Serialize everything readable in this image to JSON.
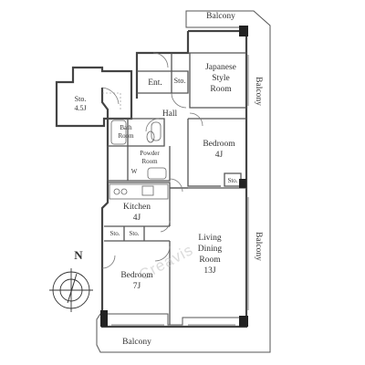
{
  "rooms": {
    "balcony_top": "Balcony",
    "japanese": [
      "Japanese",
      "Style",
      "Room"
    ],
    "balcony_right_upper": "Balcony",
    "storage_left": [
      "Sto.",
      "4.5J"
    ],
    "entrance": "Ent.",
    "storage_entrance": "Sto.",
    "hall": "Hall",
    "bath": [
      "Bath",
      "Room"
    ],
    "powder": [
      "Powder",
      "Room"
    ],
    "washer": "W",
    "bedroom_upper": [
      "Bedroom",
      "4J"
    ],
    "storage_bedroom": "Sto.",
    "kitchen": [
      "Kitchen",
      "4J"
    ],
    "storage_1": "Sto.",
    "storage_2": "Sto.",
    "living": [
      "Living",
      "Dining",
      "Room",
      "13J"
    ],
    "balcony_right_lower": "Balcony",
    "bedroom_lower": [
      "Bedroom",
      "7J"
    ],
    "balcony_bottom": "Balcony"
  },
  "compass": {
    "north_label": "N"
  },
  "watermark": "Creavis"
}
